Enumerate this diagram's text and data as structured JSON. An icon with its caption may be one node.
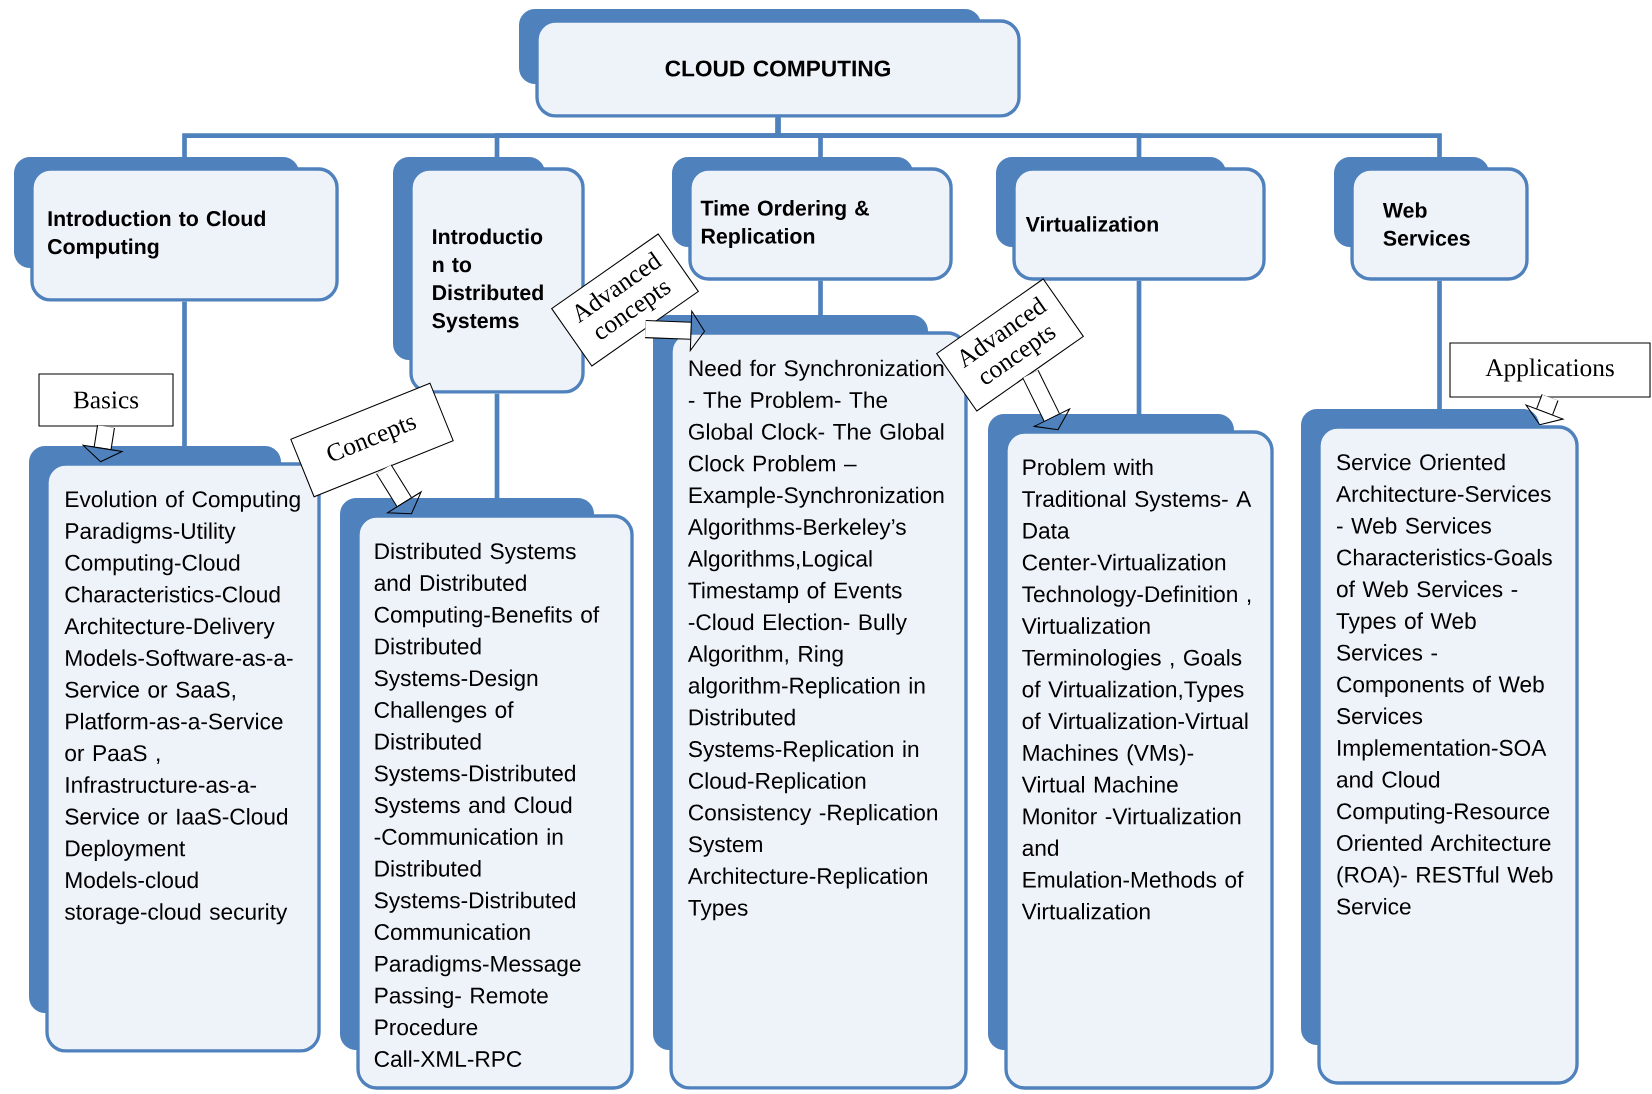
{
  "diagram": {
    "nodes": [
      {
        "text": [
          "CLOUD COMPUTING"
        ]
      },
      {
        "text": [
          "Introduction to Cloud Computing"
        ]
      },
      {
        "text": [
          "Introductio n to Distributed Systems"
        ]
      },
      {
        "text": [
          "Time Ordering & Replication"
        ]
      },
      {
        "text": [
          "Virtualization"
        ]
      },
      {
        "text": [
          "Web Services"
        ]
      },
      {
        "text": [
          "Evolution of Computing Paradigms-Utility Computing-Cloud Characteristics-Cloud Architecture-Delivery Models-Software-as-a-Service or SaaS, Platform-as-a-Service or PaaS , Infrastructure-as-a-Service or IaaS-Cloud Deployment Models-cloud storage-cloud security"
        ]
      },
      {
        "text": [
          "Distributed Systems and Distributed Computing-Benefits of Distributed Systems-Design Challenges of Distributed Systems-Distributed Systems and Cloud -Communication in Distributed Systems-Distributed Communication Paradigms-Message Passing- Remote Procedure Call-XML-RPC"
        ]
      },
      {
        "text": [
          "Need for Synchronization - The Problem- The Global Clock- The Global Clock Problem – Example-Synchronization Algorithms-Berkeley’s Algorithms,Logical Timestamp of Events -Cloud Election- Bully Algorithm, Ring algorithm-Replication in Distributed Systems-Replication in Cloud-Replication Consistency -Replication System Architecture-Replication Types"
        ]
      },
      {
        "text": [
          "Problem with Traditional Systems- A Data Center-Virtualization Technology-Definition , Virtualization Terminologies , Goals of Virtualization,Types of Virtualization-Virtual Machines (VMs)- Virtual Machine Monitor -Virtualization and Emulation-Methods of Virtualization"
        ]
      },
      {
        "text": [
          "Service Oriented Architecture-Services - Web Services Characteristics-Goals of Web Services - Types of Web Services - Components of Web Services Implementation-SOA and Cloud Computing-Resource Oriented Architecture (ROA)- RESTful Web Service"
        ]
      },
      {
        "text": [
          "Basics"
        ]
      },
      {
        "text": [
          "Concepts"
        ]
      },
      {
        "text": [
          "Advanced concepts"
        ]
      },
      {
        "text": [
          "Advanced concepts"
        ]
      },
      {
        "text": [
          "Applications"
        ]
      }
    ],
    "edges": [
      {
        "from": 0,
        "to": 1,
        "arrow": "none"
      },
      {
        "from": 0,
        "to": 2,
        "arrow": "none"
      },
      {
        "from": 0,
        "to": 3,
        "arrow": "none"
      },
      {
        "from": 0,
        "to": 4,
        "arrow": "none"
      },
      {
        "from": 0,
        "to": 5,
        "arrow": "none"
      },
      {
        "from": 1,
        "to": 6,
        "arrow": "none"
      },
      {
        "from": 2,
        "to": 7,
        "arrow": "none"
      },
      {
        "from": 3,
        "to": 8,
        "arrow": "none"
      },
      {
        "from": 4,
        "to": 9,
        "arrow": "none"
      },
      {
        "from": 5,
        "to": 10,
        "arrow": "none"
      },
      {
        "from": 11,
        "to": 6,
        "arrow": "to",
        "style": "thick",
        "color": "#000000"
      },
      {
        "from": 12,
        "to": 7,
        "arrow": "to",
        "style": "thick",
        "color": "#000000"
      },
      {
        "from": 13,
        "to": 8,
        "arrow": "to",
        "style": "thick",
        "color": "#000000"
      },
      {
        "from": 14,
        "to": 9,
        "arrow": "to",
        "style": "thick",
        "color": "#000000"
      },
      {
        "from": 15,
        "to": 10,
        "arrow": "to",
        "style": "thick",
        "color": "#000000"
      }
    ]
  }
}
